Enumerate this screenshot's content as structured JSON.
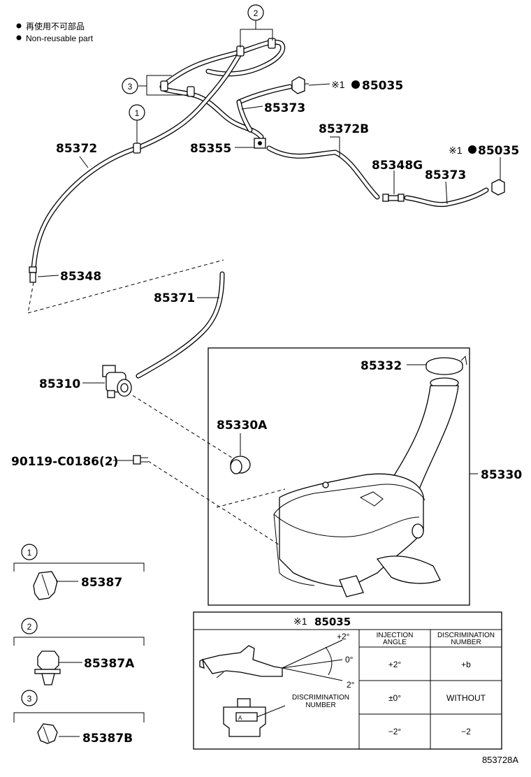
{
  "legend": {
    "bullet_jp": "再使用不可部品",
    "bullet_en": "Non-reusable part"
  },
  "callouts": {
    "c1": "1",
    "c2": "2",
    "c3": "3"
  },
  "part_labels": {
    "p85035_a": "85035",
    "p85035_b": "85035",
    "ref_mark_a": "※1",
    "ref_mark_b": "※1",
    "p85373_a": "85373",
    "p85372B": "85372B",
    "p85372": "85372",
    "p85355": "85355",
    "p85348G": "85348G",
    "p85373_b": "85373",
    "p85348": "85348",
    "p85371": "85371",
    "p85332": "85332",
    "p85310": "85310",
    "p85330A": "85330A",
    "p90119": "90119-C0186(2)",
    "p85330": "85330",
    "p85387": "85387",
    "p85387A": "85387A",
    "p85387B": "85387B"
  },
  "detail_table": {
    "title_mark": "※1",
    "title": "85035",
    "col1_header_l1": "INJECTION",
    "col1_header_l2": "ANGLE",
    "col2_header_l1": "DISCRIMINATION",
    "col2_header_l2": "NUMBER",
    "angle_up": "+2°",
    "angle_mid": "0°",
    "angle_down": "2°",
    "disc_label_l1": "DISCRIMINATION",
    "disc_label_l2": "NUMBER",
    "rows": [
      {
        "angle": "+2°",
        "number": "+b"
      },
      {
        "angle": "±0°",
        "number": "WITHOUT"
      },
      {
        "angle": "−2°",
        "number": "−2"
      }
    ]
  },
  "diagram_id": "853728A"
}
